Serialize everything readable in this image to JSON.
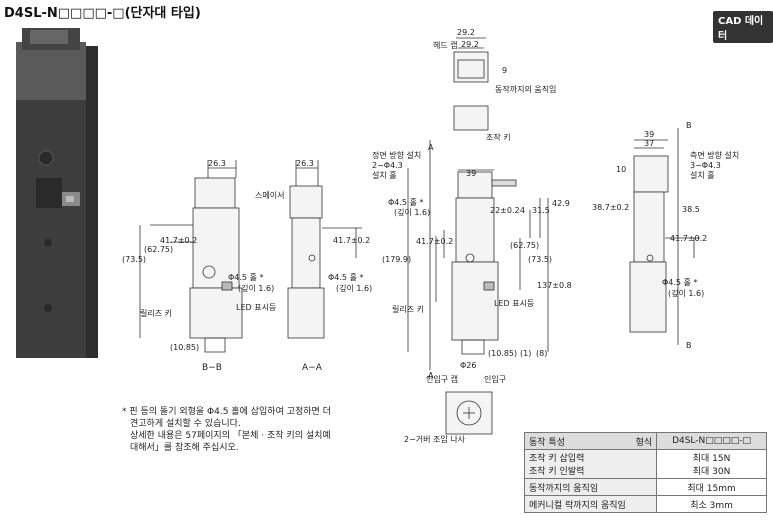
{
  "title": "D4SL-N□□□□-□(단자대 타입)",
  "cad_badge": "CAD 데이터",
  "labels": {
    "head_cap": "헤드 캡",
    "operation_travel": "동작까지의 움직임",
    "operation_key": "조작 키",
    "spacer": "스페이서",
    "release_key_1": "릴리즈 키",
    "led_1": "LED 표시등",
    "release_key_2": "릴리즈 키",
    "led_2": "LED 표시등",
    "front_mount": "정면 방향 설치",
    "front_hole": "2−Φ4.3",
    "front_hole2": "설치 홀",
    "side_mount": "측면 방향 설치",
    "side_hole": "3−Φ4.3",
    "side_hole2": "설치 홀",
    "inlet_cap": "인입구 캡",
    "inlet": "인입구",
    "screw": "2−거버 조임 나사",
    "hole_a": "Φ4.5 홀 *",
    "depth_a": "(깊이 1.6)",
    "hole_b": "Φ4.5 홀 *",
    "depth_b": "(깊이 1.6)",
    "hole_c": "Φ4.5 홀 *",
    "depth_c": "(깊이 1.6)",
    "hole_d": "Φ4.5 홀 *",
    "depth_d": "(깊이 1.6)",
    "section_bb": "B−B",
    "section_aa": "A−A",
    "mark_a_top": "A",
    "mark_a_bottom": "A",
    "mark_b_top": "B",
    "mark_b_bottom": "B"
  },
  "dims": {
    "d29_2a": "29.2",
    "d29_2b": "29.2",
    "d9": "9",
    "d26_3a": "26.3",
    "d26_3b": "26.3",
    "d41_7a": "41.7±0.2",
    "d41_7b": "41.7±0.2",
    "d62_75a": "(62.75)",
    "d73_5a": "(73.5)",
    "d10_85a": "(10.85)",
    "d39": "39",
    "d22": "22±0.2",
    "d4": "4",
    "d31_5": "31.5",
    "d42_9": "42.9",
    "d41_7c": "41.7±0.2",
    "d62_75b": "(62.75)",
    "d73_5b": "(73.5)",
    "d179_9": "(179.9)",
    "d137": "137±0.8",
    "d10_85b": "(10.85)",
    "d1": "(1)",
    "d8": "(8)",
    "d26": "Φ26",
    "d39b": "39",
    "d37": "37",
    "d10": "10",
    "d38_7": "38.7±0.2",
    "d38_5": "38.5",
    "d41_7d": "41.7±0.2"
  },
  "note": [
    "* 핀 등의 돌기 외형을 Φ4.5 홀에 삽입하여 고정하면 더",
    "견고하게 설치할 수 있습니다.",
    "상세한 내용은 57페이지의 「본체 · 조작 키의 설치예",
    "대해서」를 참조해 주십시오."
  ],
  "table": {
    "header_left": "동작 특성",
    "header_mid": "형식",
    "header_right": "D4SL-N□□□□-□",
    "rows": [
      {
        "label1": "조작 키 삽입력",
        "label2": "조작 키 인발력",
        "v1": "최대 15N",
        "v2": "최대 30N"
      },
      {
        "label1": "동작까지의 움직임",
        "v1": "최대 15mm"
      },
      {
        "label1": "메커니컬 락까지의 움직임",
        "v1": "최소 3mm"
      }
    ]
  }
}
